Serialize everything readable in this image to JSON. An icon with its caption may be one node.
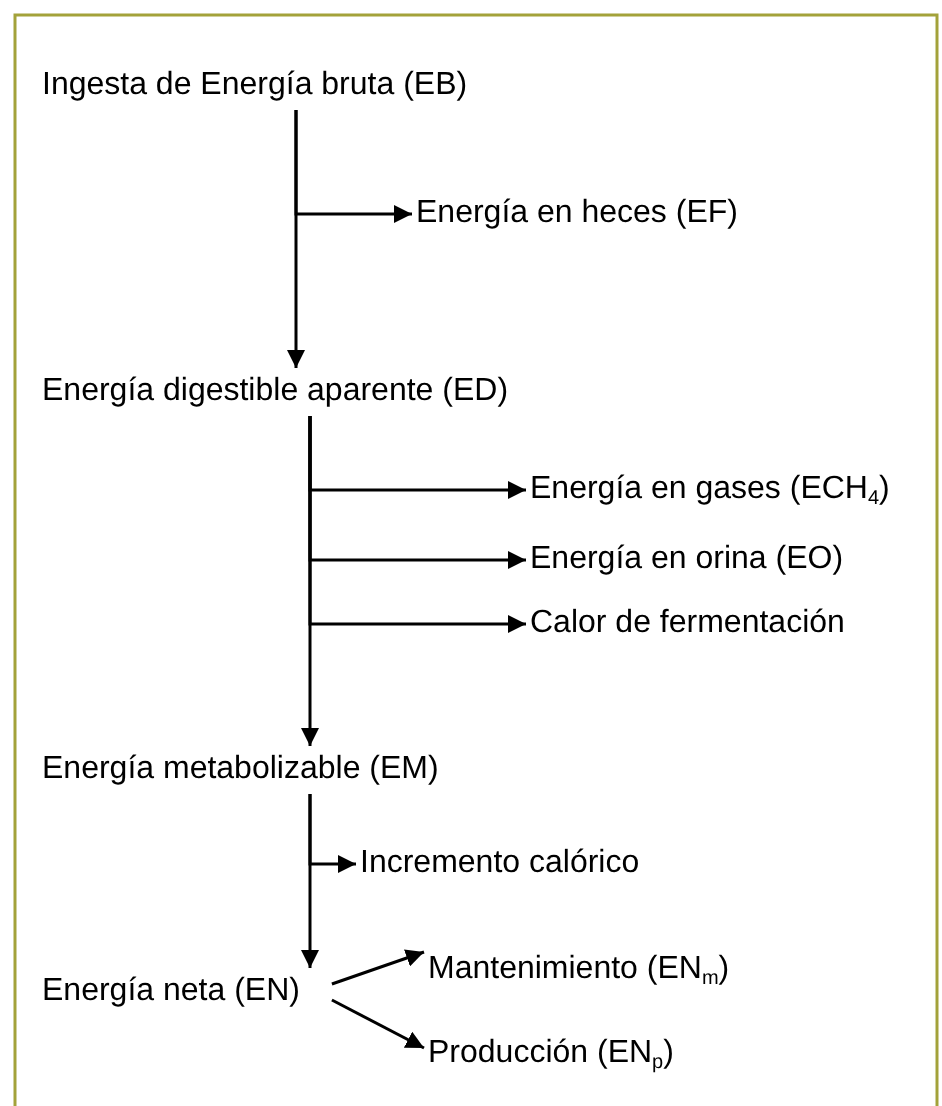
{
  "diagram": {
    "nodes": [
      {
        "text": [
          "Ingesta de Energía bruta (EB)"
        ]
      },
      {
        "text": [
          "Energía en heces (EF)"
        ]
      },
      {
        "text": [
          "Energía digestible aparente (ED)"
        ]
      },
      {
        "text": [
          "Energía en gases (ECH$_{4}$)"
        ]
      },
      {
        "text": [
          "Energía en orina (EO)"
        ]
      },
      {
        "text": [
          "Calor de fermentación"
        ]
      },
      {
        "text": [
          "Energía metabolizable (EM)"
        ]
      },
      {
        "text": [
          "Incremento calórico"
        ]
      },
      {
        "text": [
          "Energía neta (EN)"
        ]
      },
      {
        "text": [
          "Mantenimiento (EN$_{m}$)"
        ]
      },
      {
        "text": [
          "Producción (EN$_{p}$)"
        ]
      }
    ],
    "edges": [
      {
        "from": 0,
        "to": 1,
        "arrow": "to"
      },
      {
        "from": 0,
        "to": 2,
        "arrow": "to"
      },
      {
        "from": 2,
        "to": 3,
        "arrow": "to"
      },
      {
        "from": 2,
        "to": 4,
        "arrow": "to"
      },
      {
        "from": 2,
        "to": 5,
        "arrow": "to"
      },
      {
        "from": 2,
        "to": 6,
        "arrow": "to"
      },
      {
        "from": 6,
        "to": 7,
        "arrow": "to"
      },
      {
        "from": 6,
        "to": 8,
        "arrow": "to"
      },
      {
        "from": 8,
        "to": 9,
        "arrow": "to"
      },
      {
        "from": 8,
        "to": 10,
        "arrow": "to"
      }
    ]
  }
}
